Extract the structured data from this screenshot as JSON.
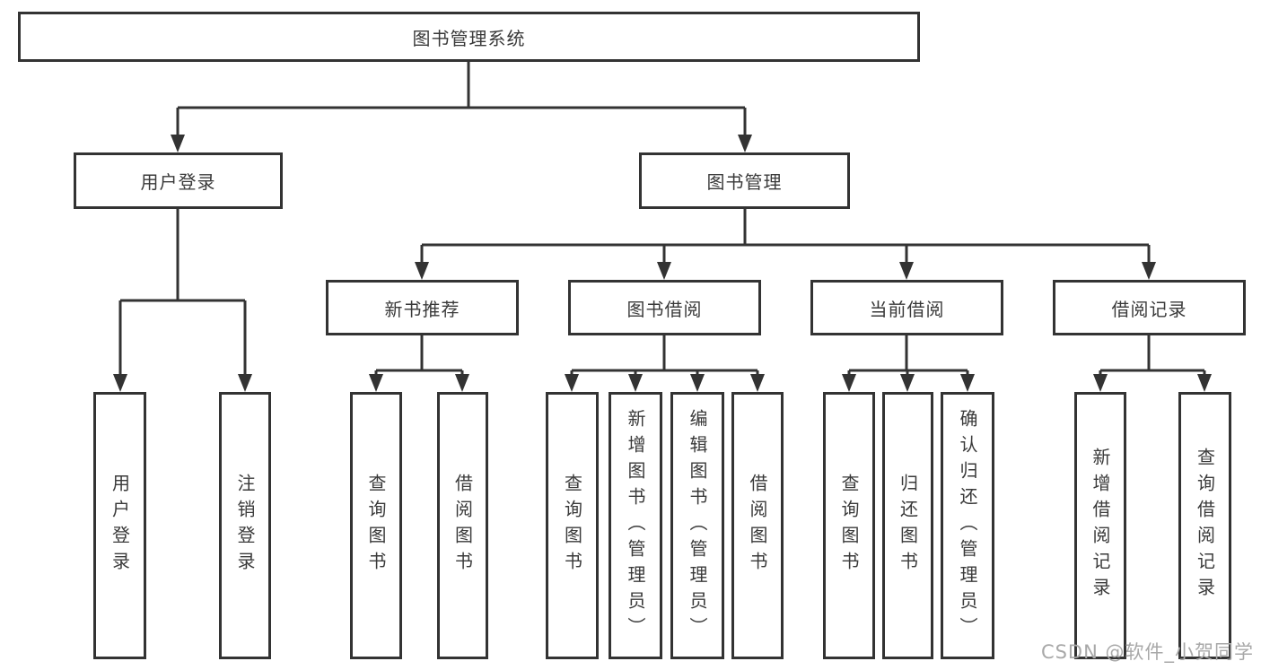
{
  "tree": {
    "root": "图书管理系统",
    "branches": [
      {
        "label": "用户登录",
        "leaves": [
          "用户登录",
          "注销登录"
        ]
      },
      {
        "label": "图书管理",
        "groups": [
          {
            "label": "新书推荐",
            "leaves": [
              "查询图书",
              "借阅图书"
            ]
          },
          {
            "label": "图书借阅",
            "leaves": [
              "查询图书",
              "新增图书（管理员）",
              "编辑图书（管理员）",
              "借阅图书"
            ]
          },
          {
            "label": "当前借阅",
            "leaves": [
              "查询图书",
              "归还图书",
              "确认归还（管理员）"
            ]
          },
          {
            "label": "借阅记录",
            "leaves": [
              "新增借阅记录",
              "查询借阅记录"
            ]
          }
        ]
      }
    ]
  },
  "watermark": {
    "text": "CSDN @软件_小贺同学"
  },
  "colors": {
    "line": "#333333",
    "box_border": "#333333",
    "text": "#3a3a3a",
    "watermark": "#a8a8a8",
    "background": "#ffffff"
  }
}
